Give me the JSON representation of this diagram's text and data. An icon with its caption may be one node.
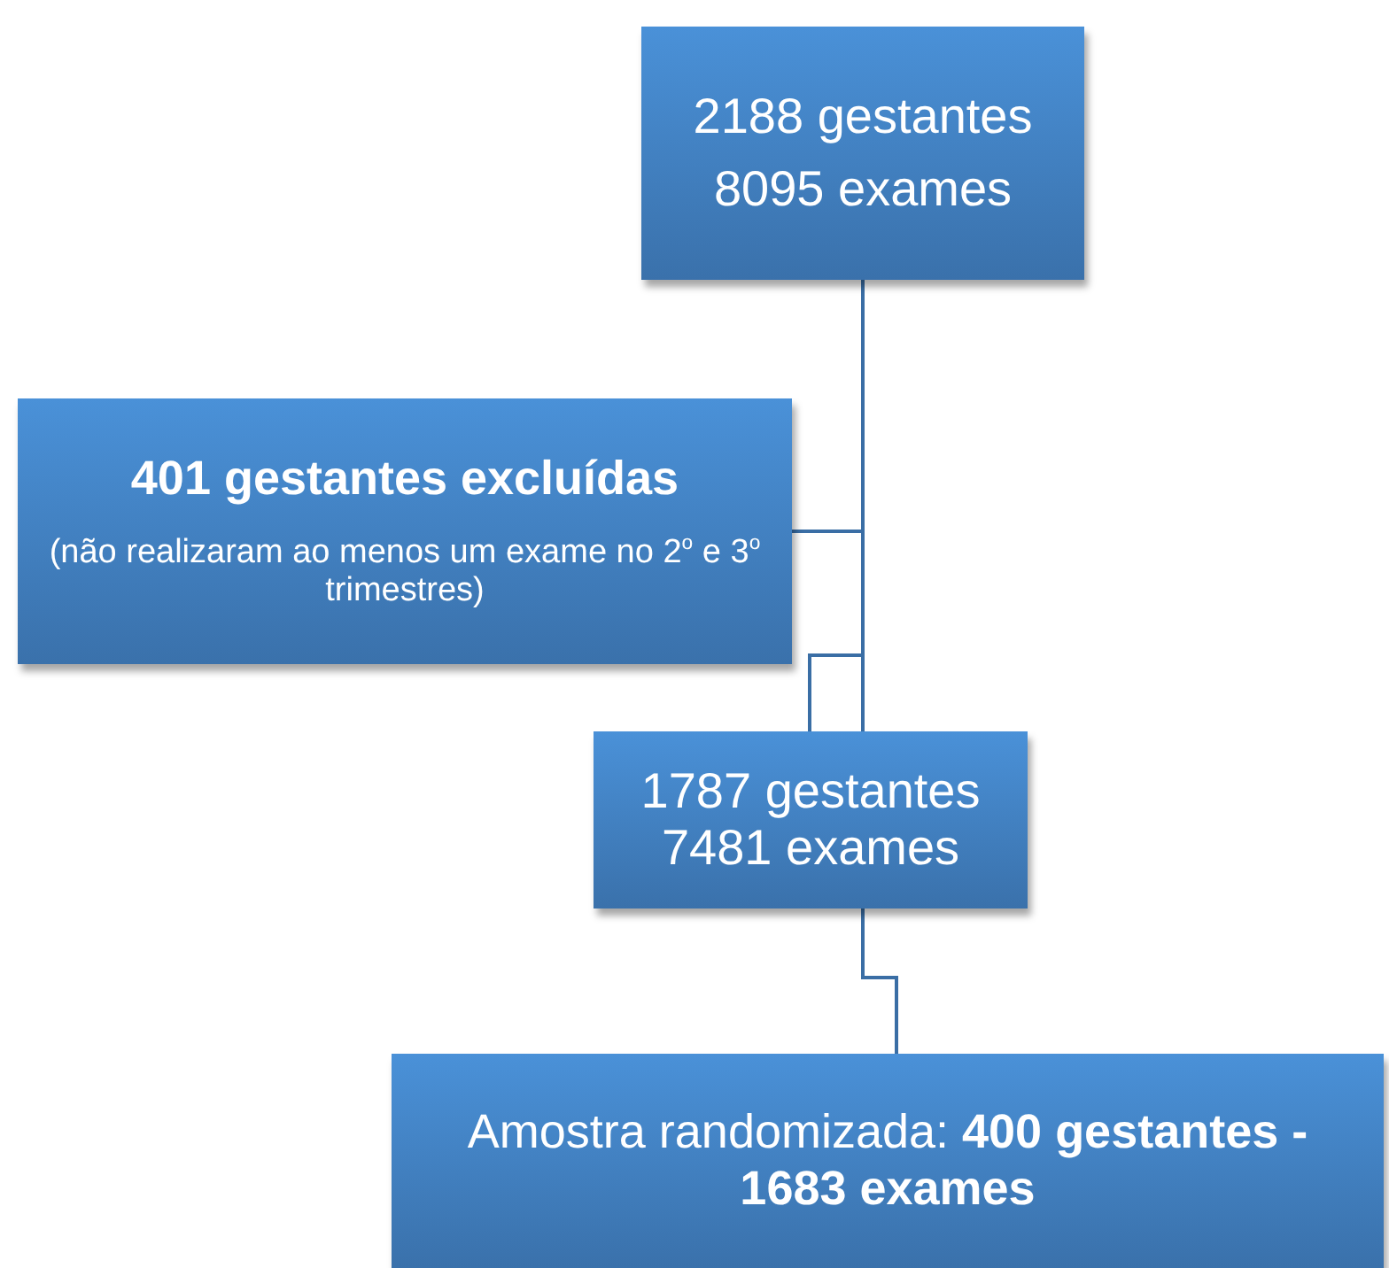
{
  "diagram": {
    "nodes": [
      {
        "text": [
          "2188 gestantes",
          "8095 exames"
        ]
      },
      {
        "text": [
          "401 gestantes excluídas",
          "(não realizaram ao menos  um exame no 2$^{o}$ e 3$^{o}$ trimestres)"
        ]
      },
      {
        "text": [
          "1787 gestantes",
          "7481 exames"
        ]
      },
      {
        "text": [
          "Amostra randomizada: **400 gestantes - 1683 exames**"
        ]
      }
    ],
    "edges": [
      {
        "from": 0,
        "to": 1,
        "arrow": "none"
      },
      {
        "from": 0,
        "to": 2,
        "arrow": "none"
      },
      {
        "from": 2,
        "to": 3,
        "arrow": "none"
      }
    ]
  }
}
